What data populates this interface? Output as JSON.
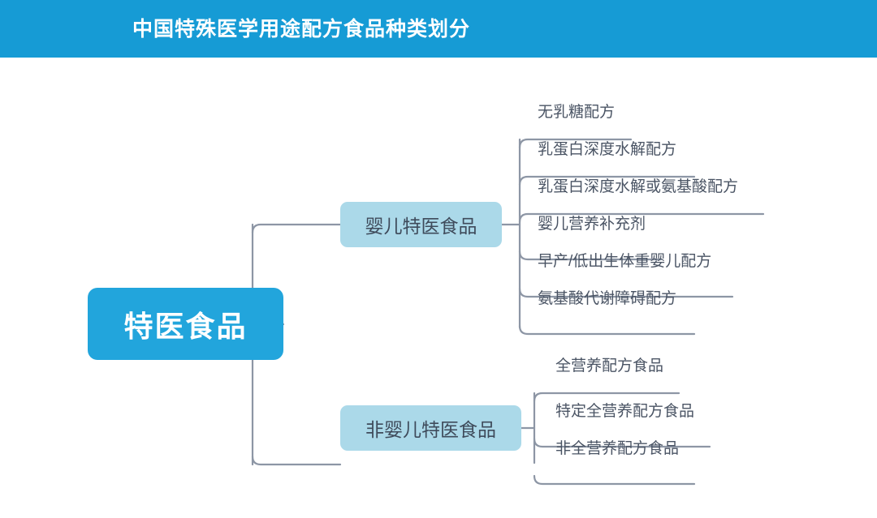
{
  "header": {
    "title": "中国特殊医学用途配方食品种类划分",
    "background_color": "#169BD5",
    "text_color": "#FFFFFF"
  },
  "diagram": {
    "type": "mind-map",
    "orientation": "left-to-right",
    "colors": {
      "root_fill": "#22A5DC",
      "root_text": "#FFFFFF",
      "branch_fill": "#ABD9E9",
      "branch_text": "#3F4B5B",
      "leaf_text": "#4A5464",
      "connector": "#8D96A5",
      "page_background": "#FFFFFF"
    },
    "root": {
      "label": "特医食品"
    },
    "branches": [
      {
        "label": "婴儿特医食品",
        "leaves": [
          {
            "label": "无乳糖配方"
          },
          {
            "label": "乳蛋白深度水解配方"
          },
          {
            "label": "乳蛋白深度水解或氨基酸配方"
          },
          {
            "label": "婴儿营养补充剂"
          },
          {
            "label": "早产/低出生体重婴儿配方"
          },
          {
            "label": "氨基酸代谢障碍配方"
          }
        ]
      },
      {
        "label": "非婴儿特医食品",
        "leaves": [
          {
            "label": "全营养配方食品"
          },
          {
            "label": "特定全营养配方食品"
          },
          {
            "label": "非全营养配方食品"
          }
        ]
      }
    ]
  }
}
